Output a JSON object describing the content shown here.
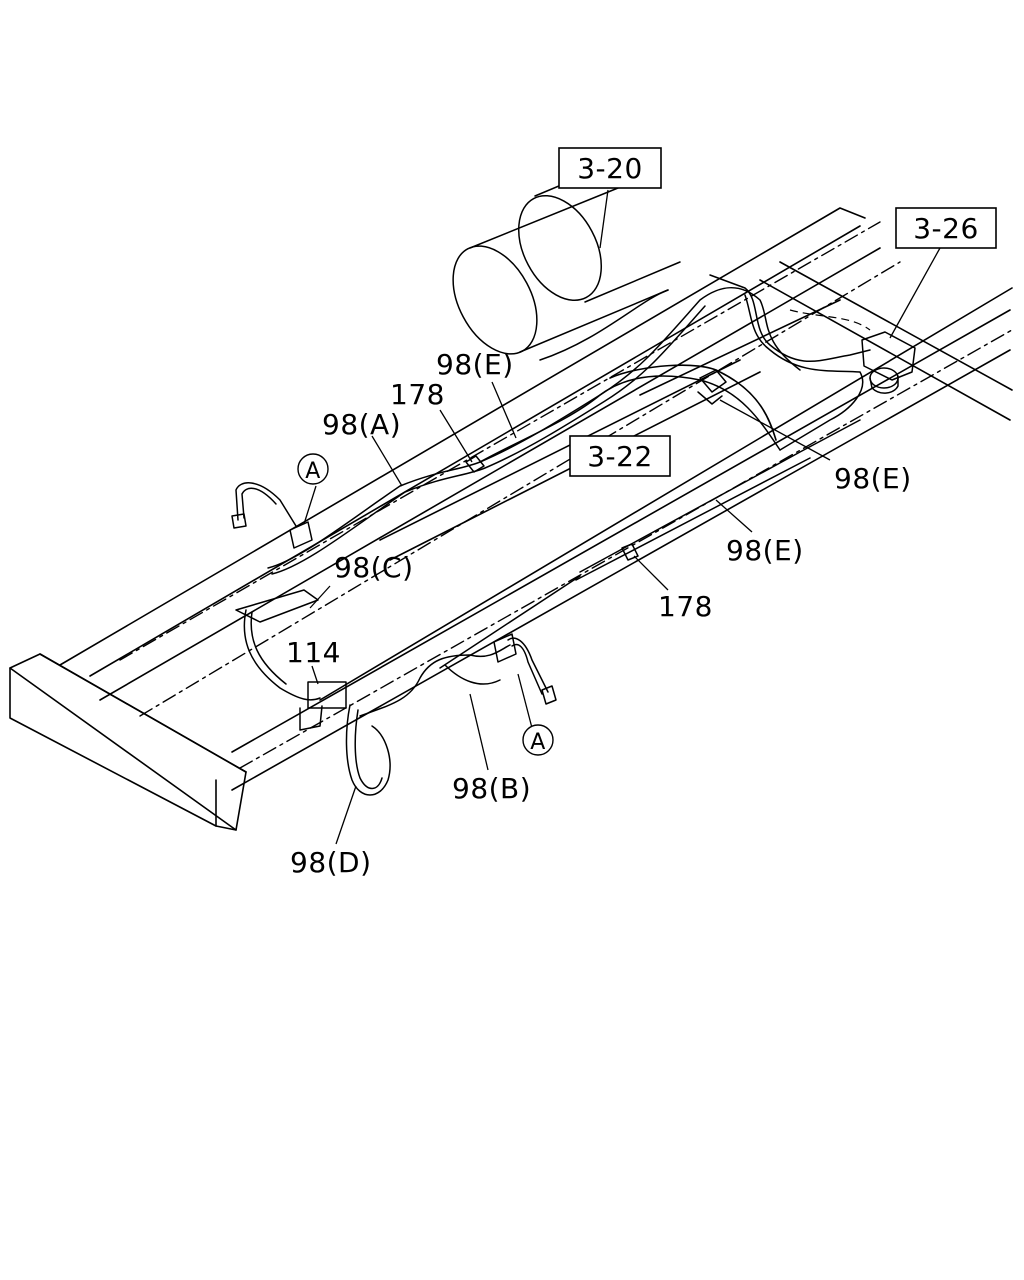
{
  "references": {
    "ref_3_20": "3-20",
    "ref_3_26": "3-26",
    "ref_3_22": "3-22"
  },
  "callouts": {
    "pipe_98_e_top": "98(E)",
    "clip_178_top": "178",
    "pipe_98_a": "98(A)",
    "detail_a_left": "A",
    "pipe_98_c": "98(C)",
    "pipe_98_e_right": "98(E)",
    "pipe_98_e_lower": "98(E)",
    "clip_178_lower": "178",
    "valve_114": "114",
    "detail_a_right": "A",
    "pipe_98_b": "98(B)",
    "pipe_98_d": "98(D)"
  }
}
